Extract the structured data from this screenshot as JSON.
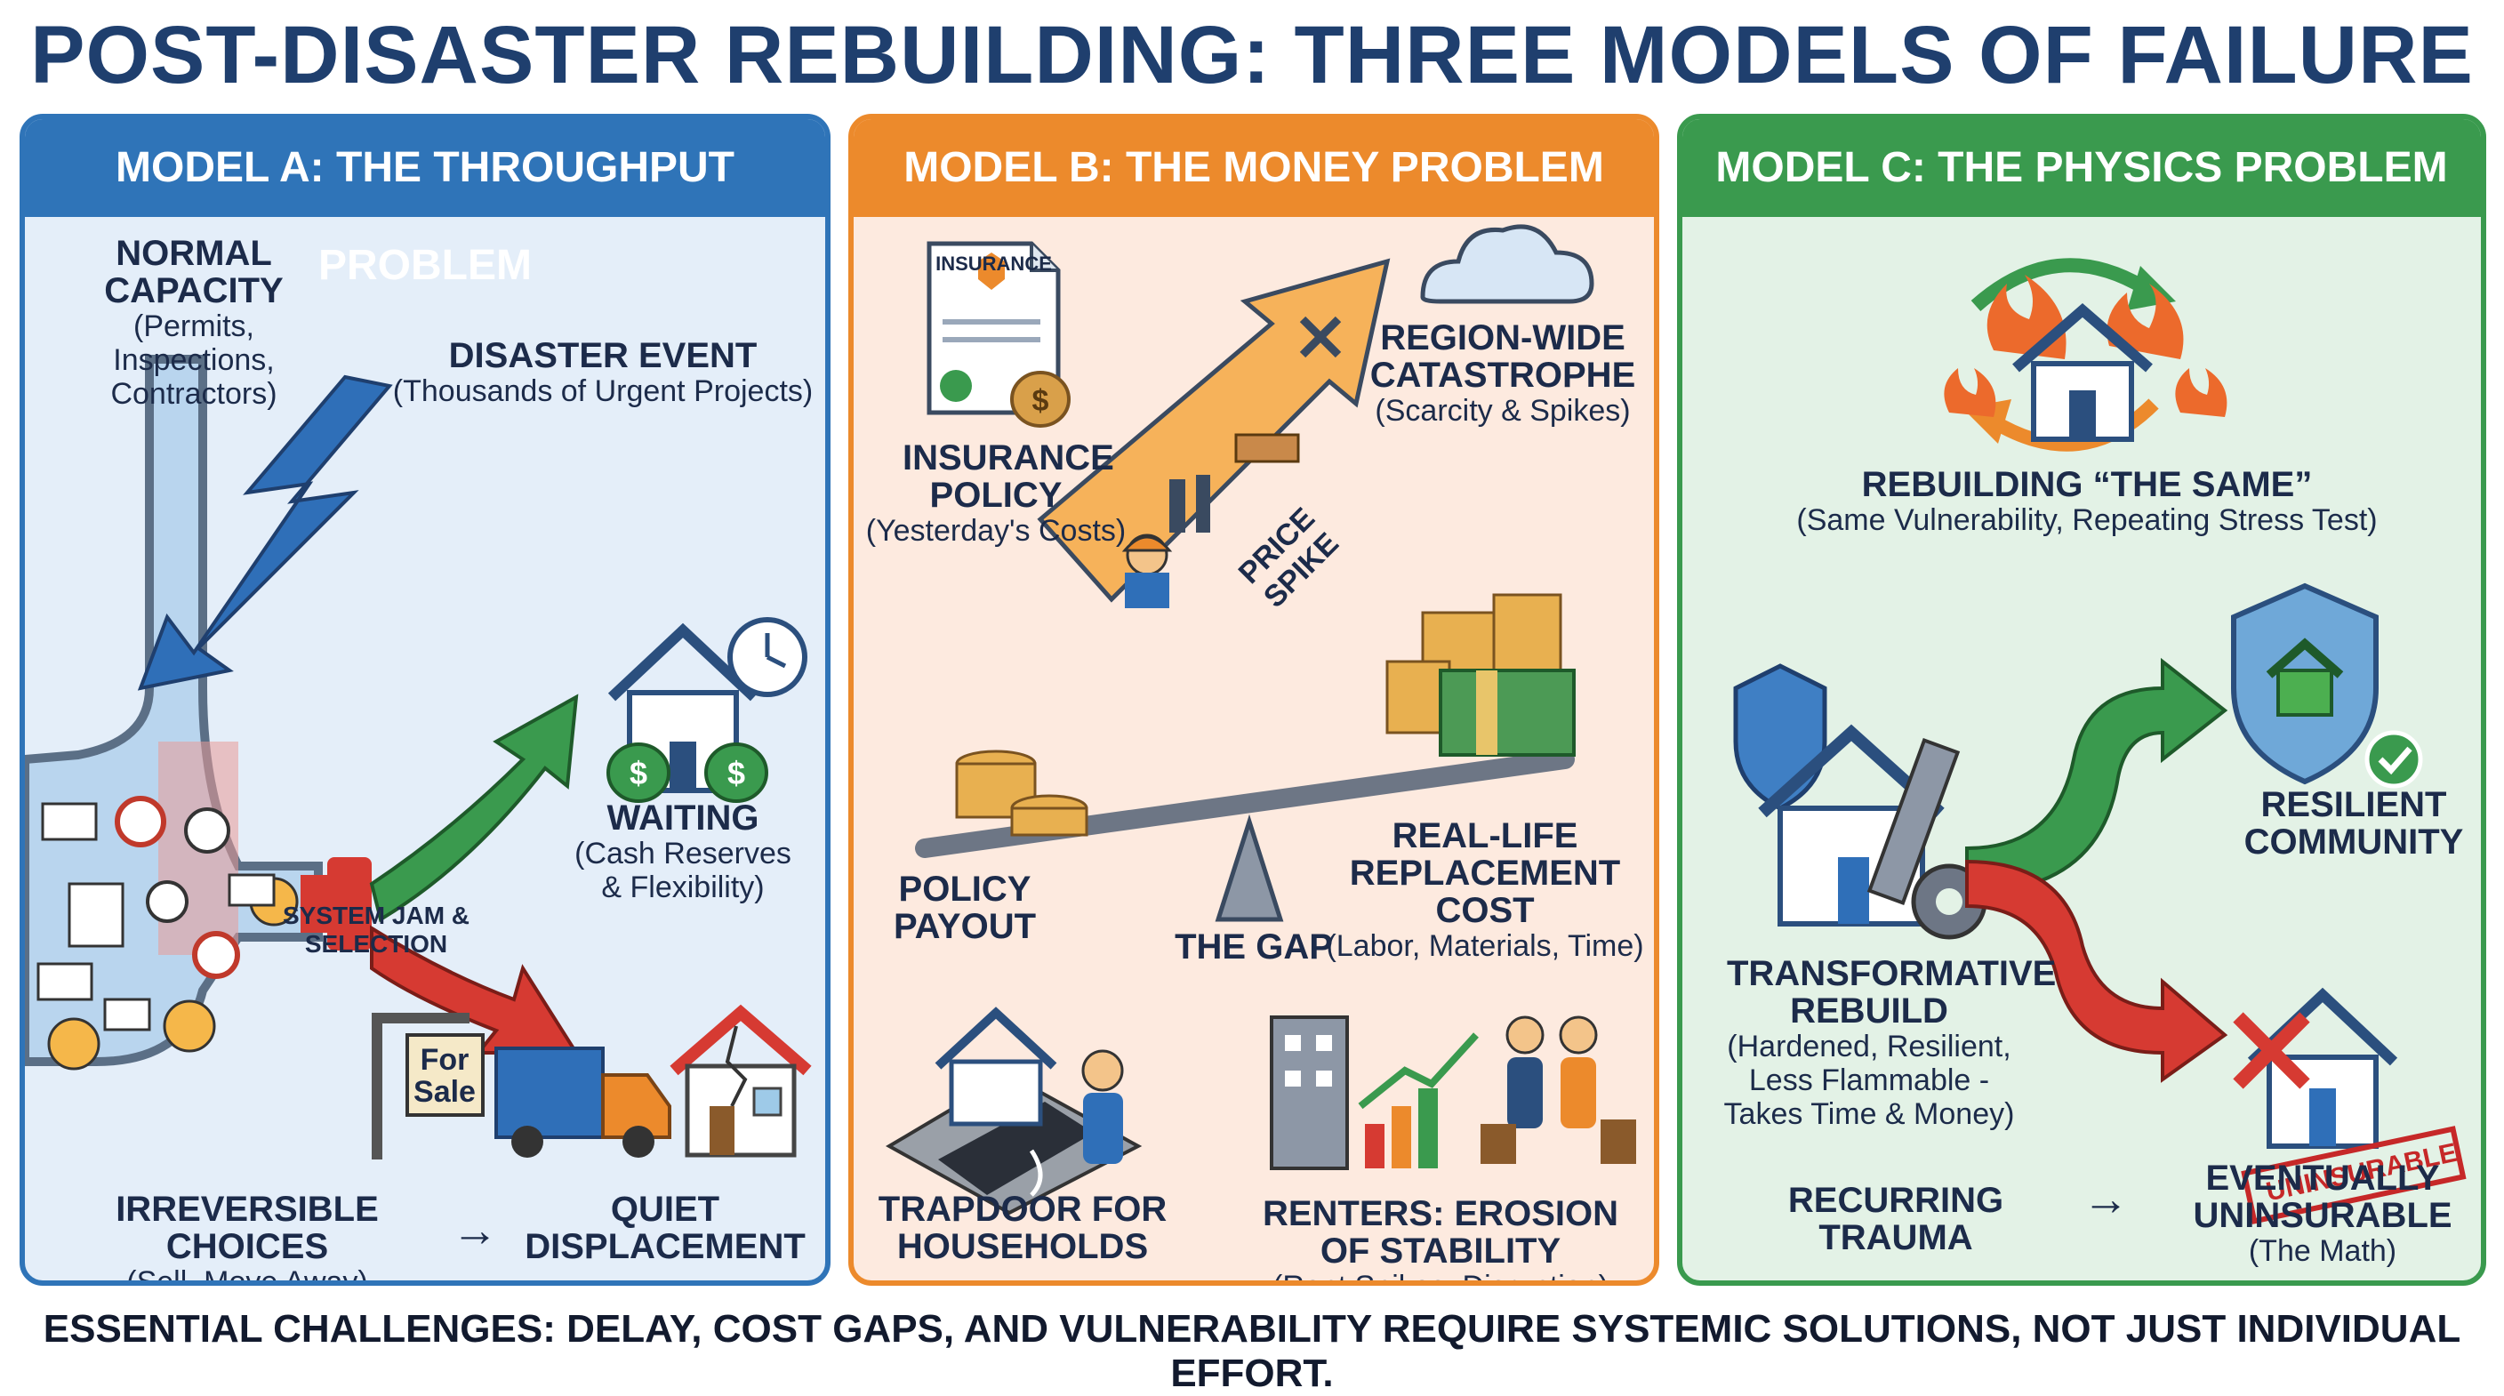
{
  "title": "POST-DISASTER REBUILDING: THREE MODELS OF FAILURE",
  "footer": "ESSENTIAL CHALLENGES: DELAY, COST GAPS, AND VULNERABILITY REQUIRE SYSTEMIC SOLUTIONS, NOT JUST INDIVIDUAL EFFORT.",
  "colors": {
    "blue": "#2f74b8",
    "orange": "#ec8a2c",
    "green": "#3a9a4e",
    "red": "#d63a32",
    "navy": "#1f3f6e"
  },
  "panel_a": {
    "heading": "MODEL A: THE THROUGHPUT PROBLEM",
    "normal_capacity": {
      "title": "NORMAL CAPACITY",
      "sub": "(Permits, Inspections, Contractors)"
    },
    "disaster_event": {
      "title": "DISASTER EVENT",
      "sub": "(Thousands of Urgent Projects)"
    },
    "system_jam": "SYSTEM JAM & SELECTION",
    "waiting": {
      "title": "WAITING",
      "sub": "(Cash Reserves & Flexibility)"
    },
    "for_sale_sign": "For Sale",
    "irreversible": {
      "title": "IRREVERSIBLE CHOICES",
      "sub": "(Sell, Move Away)"
    },
    "arrow": "→",
    "quiet": {
      "title": "QUIET DISPLACEMENT"
    },
    "icons": [
      "lightning-icon",
      "clock-icon",
      "house-icon",
      "money-bag-icon",
      "truck-icon",
      "damaged-house-icon",
      "envelope-icon",
      "angry-face-icon"
    ]
  },
  "panel_b": {
    "heading": "MODEL B: THE MONEY PROBLEM",
    "insurance_doc_label": "INSURANCE",
    "insurance": {
      "title": "INSURANCE POLICY",
      "sub": "(Yesterday's Costs)"
    },
    "region": {
      "title": "REGION-WIDE CATASTROPHE",
      "sub": "(Scarcity & Spikes)"
    },
    "price_spike": "PRICE SPIKE",
    "payout": {
      "title": "POLICY PAYOUT"
    },
    "gap": "THE GAP",
    "replacement": {
      "title": "REAL-LIFE REPLACEMENT COST",
      "sub": "(Labor, Materials, Time)"
    },
    "trapdoor": {
      "title": "TRAPDOOR FOR HOUSEHOLDS"
    },
    "renters": {
      "title": "RENTERS: EROSION OF STABILITY",
      "sub": "(Rent Spikes, Disruption)"
    },
    "icons": [
      "document-icon",
      "cloud-icon",
      "tools-icon",
      "coins-icon",
      "cash-icon",
      "scale-icon",
      "apartment-icon",
      "bar-chart-icon",
      "people-icon"
    ]
  },
  "panel_c": {
    "heading": "MODEL C: THE PHYSICS PROBLEM",
    "same": {
      "title": "REBUILDING “THE SAME”",
      "sub": "(Same Vulnerability, Repeating Stress Test)"
    },
    "transformative": {
      "title": "TRANSFORMATIVE REBUILD",
      "sub": "(Hardened, Resilient, Less Flammable - Takes Time & Money)"
    },
    "resilient": {
      "title": "RESILIENT COMMUNITY"
    },
    "uninsurable_stamp": "UNINSURABLE",
    "recurring": {
      "title": "RECURRING TRAUMA"
    },
    "arrow": "→",
    "eventually": {
      "title": "EVENTUALLY UNINSURABLE",
      "sub": "(The Math)"
    },
    "icons": [
      "fire-icon",
      "cycle-arrows-icon",
      "shield-icon",
      "gear-icon",
      "check-icon",
      "x-mark-icon"
    ]
  }
}
